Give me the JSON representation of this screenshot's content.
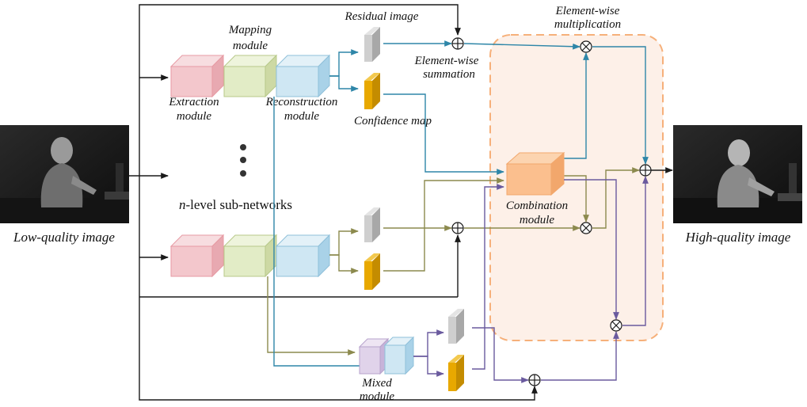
{
  "labels": {
    "input_image": "Low-quality image",
    "output_image": "High-quality image",
    "mapping_module": [
      "Mapping",
      "module"
    ],
    "extraction_module": [
      "Extraction",
      "module"
    ],
    "reconstruction_module": [
      "Reconstruction",
      "module"
    ],
    "residual_image": "Residual image",
    "confidence_map": "Confidence map",
    "elementwise_summation": [
      "Element-wise",
      "summation"
    ],
    "elementwise_multiplication": [
      "Element-wise",
      "multiplication"
    ],
    "combination_module": [
      "Combination",
      "module"
    ],
    "n_level_prefix": "n",
    "n_level_rest": "-level sub-networks",
    "mixed_module": [
      "Mixed",
      "module"
    ]
  },
  "colors": {
    "extraction": "#f3c7cc",
    "mapping": "#e2ecc6",
    "reconstruction": "#cfe7f3",
    "residual": "#c8c8c8",
    "confidence": "#e8a800",
    "combination": "#fbbf8e",
    "combination_region": "#fdf0e8",
    "combination_border": "#f6b07a",
    "mixed_a": "#e0d3ea",
    "mixed_b": "#cfe7f3",
    "arrow_black": "#1a1a1a",
    "arrow_blue": "#2e86a8",
    "arrow_olive": "#8c8a4e",
    "arrow_purple": "#6a5a9e"
  },
  "icons": [
    "plus-circle-icon",
    "times-circle-icon",
    "ellipsis-vertical-icon"
  ]
}
